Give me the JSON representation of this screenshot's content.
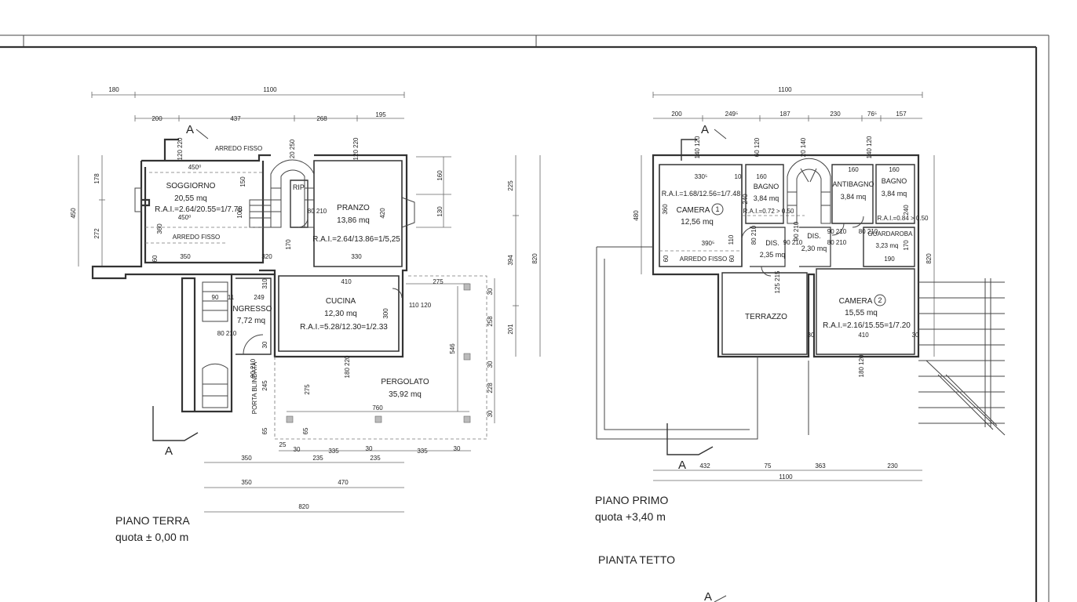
{
  "ground_floor": {
    "title": "PIANO TERRA",
    "level": "quota ± 0,00 m",
    "rooms": {
      "soggiorno": {
        "name": "SOGGIORNO",
        "area": "20,55 mq",
        "rai": "R.A.I.=2.64/20.55=1/7.78"
      },
      "pranzo": {
        "name": "PRANZO",
        "area": "13,86 mq",
        "rai": "R.A.I.=2.64/13.86=1/5,25"
      },
      "rip": {
        "name": "RIP."
      },
      "cucina": {
        "name": "CUCINA",
        "area": "12,30 mq",
        "rai": "R.A.I.=5.28/12.30=1/2.33"
      },
      "ingresso": {
        "name": "INGRESSO",
        "area": "7,72 mq"
      },
      "pergolato": {
        "name": "PERGOLATO",
        "area": "35,92 mq"
      }
    },
    "labels": {
      "arredo1": "ARREDO FISSO",
      "arredo2": "ARREDO FISSO",
      "door": "PORTA BLINDATA",
      "section": "A"
    },
    "dims": {
      "top1": "180",
      "top2": "1100",
      "top3": "200",
      "top4": "437",
      "top5": "268",
      "top6": "195",
      "bot1": "350",
      "bot2": "470",
      "bot3": "820",
      "bot4": "350",
      "bot5": "235",
      "bot6": "235",
      "seq1": "25",
      "seq2": "30",
      "seq3": "335",
      "seq4": "30",
      "seq5": "335",
      "seq6": "30",
      "left1": "178",
      "left2": "450",
      "left3": "272",
      "right1": "225",
      "right2": "394",
      "right3": "820",
      "right4": "201",
      "in450a": "450⁰",
      "in450b": "450⁰",
      "in360": "360",
      "in350": "350",
      "in320": "320",
      "in330": "330",
      "in410": "410",
      "in249": "249",
      "in90": "90",
      "in11": "11",
      "in760": "760",
      "in546": "546",
      "in275a": "275",
      "in275b": "275",
      "in300": "300",
      "in420": "420",
      "in160": "160",
      "in130": "130",
      "in258": "258",
      "in228": "228",
      "in170": "170",
      "in150": "150",
      "in100": "100",
      "in310": "310",
      "in60": "60",
      "in65a": "65",
      "in65b": "65",
      "in245": "245",
      "in30": "30",
      "w1": "120 220",
      "w2": "20 250",
      "w3": "120 220",
      "w4": "110 120",
      "w5": "180 220",
      "d1": "80 210",
      "d2": "90 210",
      "d3": "80 210"
    }
  },
  "first_floor": {
    "title": "PIANO PRIMO",
    "level": "quota +3,40 m",
    "rooms": {
      "camera1": {
        "name": "CAMERA",
        "num": "1",
        "area": "12,56 mq",
        "rai": "R.A.I.=1.68/12.56=1/7.48"
      },
      "bagno1": {
        "name": "BAGNO",
        "area": "3,84 mq",
        "rai": "R.A.I.=0.72 > 0.50"
      },
      "antibagno": {
        "name": "ANTIBAGNO",
        "area": "3,84 mq"
      },
      "bagno2": {
        "name": "BAGNO",
        "area": "3,84 mq",
        "rai": "R.A.I.=0.84 > 0.50"
      },
      "guardaroba": {
        "name": "GUARDAROBA",
        "area": "3,23 mq"
      },
      "dis1": {
        "name": "DIS.",
        "area": "2,35 mq"
      },
      "dis2": {
        "name": "DIS.",
        "area": "2,30 mq"
      },
      "terrazzo": {
        "name": "TERRAZZO"
      },
      "camera2": {
        "name": "CAMERA",
        "num": "2",
        "area": "15,55 mq",
        "rai": "R.A.I.=2.16/15.55=1/7.20"
      }
    },
    "labels": {
      "arredo": "ARREDO FISSO",
      "section": "A"
    },
    "dims": {
      "top1": "1100",
      "top2": "200",
      "top3": "249⁵",
      "top4": "187",
      "top5": "230",
      "top6": "76⁵",
      "top7": "157",
      "bot1": "432",
      "bot2": "75",
      "bot3": "363",
      "bot4": "230",
      "bot5": "1100",
      "left1": "480",
      "right1": "820",
      "in330": "330⁵",
      "in10": "10",
      "in160a": "160",
      "in160b": "160",
      "in160c": "160",
      "in360": "360",
      "in390": "390⁵",
      "in410": "410",
      "in190": "190",
      "in240a": "240",
      "in240b": "240",
      "in170": "170",
      "in110": "110",
      "in60a": "60",
      "in60b": "60",
      "in30a": "30",
      "in30b": "30",
      "w1": "140 120",
      "w2": "60 120",
      "w3": "20 140",
      "w4": "140 120",
      "w5": "125 215",
      "w6": "180 120",
      "d1": "80 210",
      "d2": "90 210",
      "d3": "90 210",
      "d4": "80 210",
      "d5": "80 210",
      "d6": "90 210"
    }
  },
  "roof": {
    "title": "PIANTA TETTO",
    "section": "A"
  }
}
